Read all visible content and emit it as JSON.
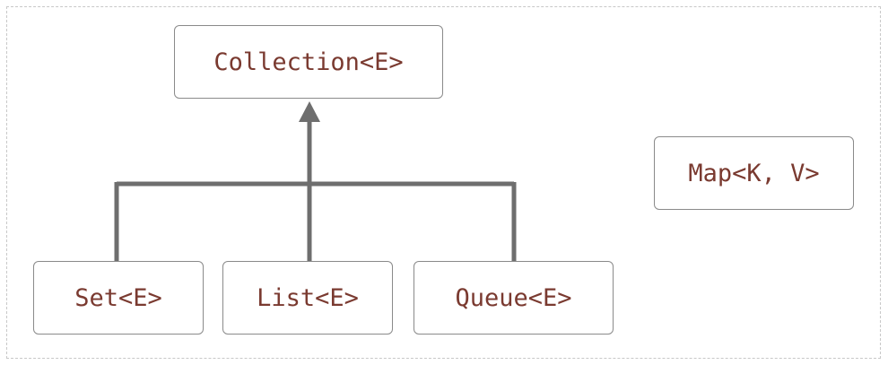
{
  "diagram": {
    "nodes": {
      "collection": "Collection<E>",
      "map": "Map<K, V>",
      "set": "Set<E>",
      "list": "List<E>",
      "queue": "Queue<E>"
    },
    "edges": [
      {
        "from": "set",
        "to": "collection",
        "type": "inheritance"
      },
      {
        "from": "list",
        "to": "collection",
        "type": "inheritance"
      },
      {
        "from": "queue",
        "to": "collection",
        "type": "inheritance"
      }
    ],
    "colors": {
      "text": "#7a3a30",
      "box_border": "#8a8a8a",
      "connector": "#6e6e6e",
      "frame": "#c8c8c8"
    }
  }
}
